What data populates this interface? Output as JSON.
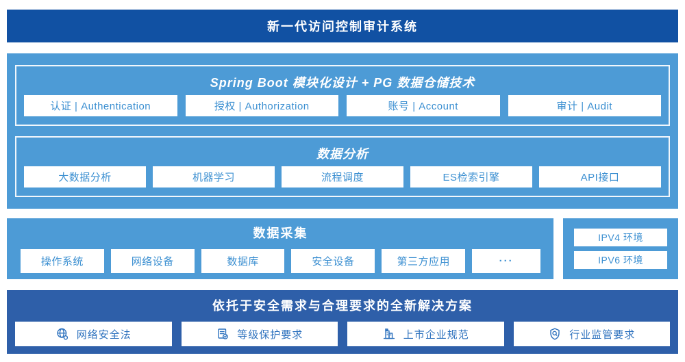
{
  "banner": {
    "title": "新一代访问控制审计系统"
  },
  "platform": {
    "modules": {
      "title": "Spring Boot 模块化设计 + PG 数据仓储技术",
      "items": [
        "认证 | Authentication",
        "授权 | Authorization",
        "账号 | Account",
        "审计 | Audit"
      ]
    },
    "analysis": {
      "title": "数据分析",
      "items": [
        "大数据分析",
        "机器学习",
        "流程调度",
        "ES检索引擎",
        "API接口"
      ]
    }
  },
  "collection": {
    "title": "数据采集",
    "items": [
      "操作系统",
      "网络设备",
      "数据库",
      "安全设备",
      "第三方应用",
      "···"
    ]
  },
  "network_env": {
    "items": [
      "IPV4 环境",
      "IPV6 环境"
    ]
  },
  "solution": {
    "title": "依托于安全需求与合理要求的全新解决方案",
    "items": [
      {
        "icon": "globe-icon",
        "label": "网络安全法"
      },
      {
        "icon": "document-check-icon",
        "label": "等级保护要求"
      },
      {
        "icon": "building-icon",
        "label": "上市企业规范"
      },
      {
        "icon": "shield-search-icon",
        "label": "行业监管要求"
      }
    ]
  },
  "colors": {
    "banner_bg": "#1151A3",
    "light_section_bg": "#4D9BD6",
    "dark_section_bg": "#2E5FA9",
    "box_text": "#3B8FD1",
    "solution_text": "#2E72BE"
  }
}
